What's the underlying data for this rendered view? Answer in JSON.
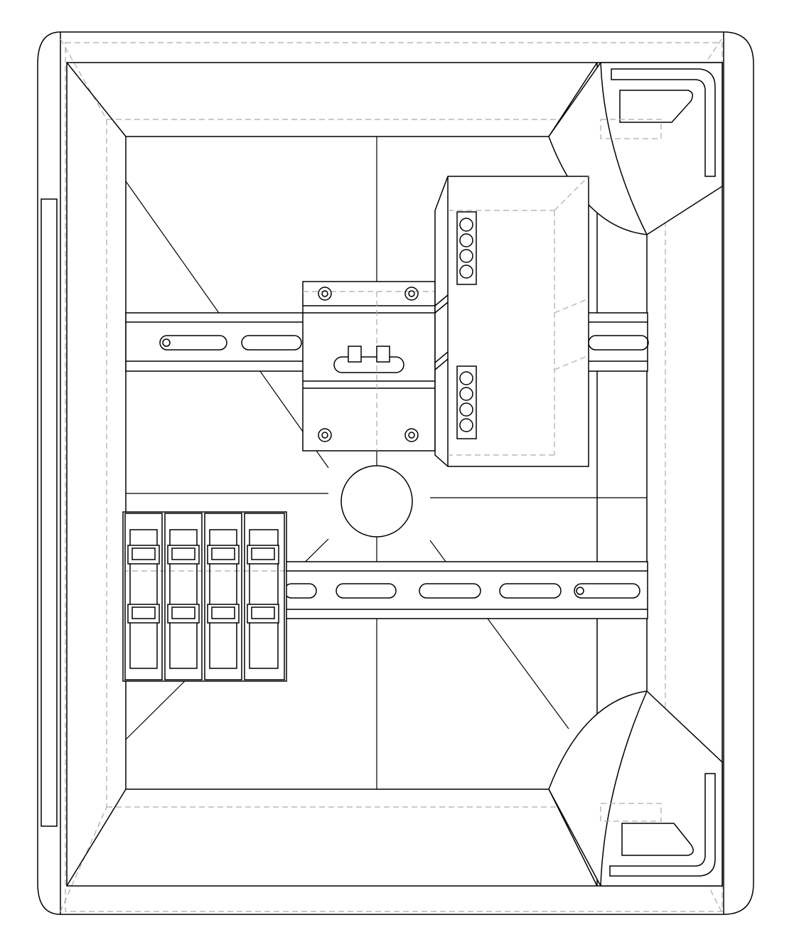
{
  "drawing": {
    "view": "front",
    "colors": {
      "line": "#000000",
      "hidden_line": "#aaaaaa",
      "background": "#ffffff"
    },
    "din_rails": 2,
    "circuit_breaker_modules": 4,
    "terminal_blocks": 2,
    "terminal_holes_per_block": 4,
    "rail_slots": [
      3,
      5
    ]
  }
}
